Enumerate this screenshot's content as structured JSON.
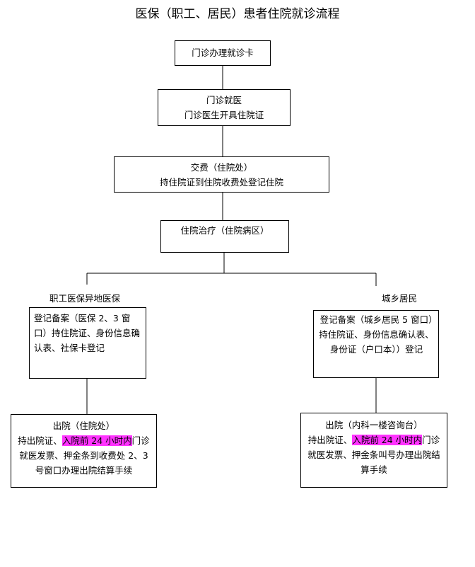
{
  "title": "医保（职工、居民）患者住院就诊流程",
  "steps": {
    "card": "门诊办理就诊卡",
    "visit_line1": "门诊就医",
    "visit_line2": "门诊医生开具住院证",
    "pay_line1": "交费（住院处）",
    "pay_line2": "持住院证到住院收费处登记住院",
    "treat": "住院治疗（住院病区）"
  },
  "branches": {
    "left_label": "职工医保异地医保",
    "right_label": "城乡居民",
    "left_register": "登记备案（医保 2、3 窗口）持住院证、身份信息确认表、社保卡登记",
    "right_register": "登记备案（城乡居民 5 窗口）持住院证、身份信息确认表、身份证（户口本））登记",
    "left_discharge": {
      "title": "出院（住院处）",
      "pre": "持出院证、",
      "highlight": "入院前 24 小时内",
      "post": "门诊就医发票、押金条到收费处 2、3 号窗口办理出院结算手续"
    },
    "right_discharge": {
      "title": "出院（内科一楼咨询台）",
      "pre": "持出院证、",
      "highlight": "入院前 24 小时内",
      "post": "门诊就医发票、押金条叫号办理出院结算手续"
    }
  }
}
